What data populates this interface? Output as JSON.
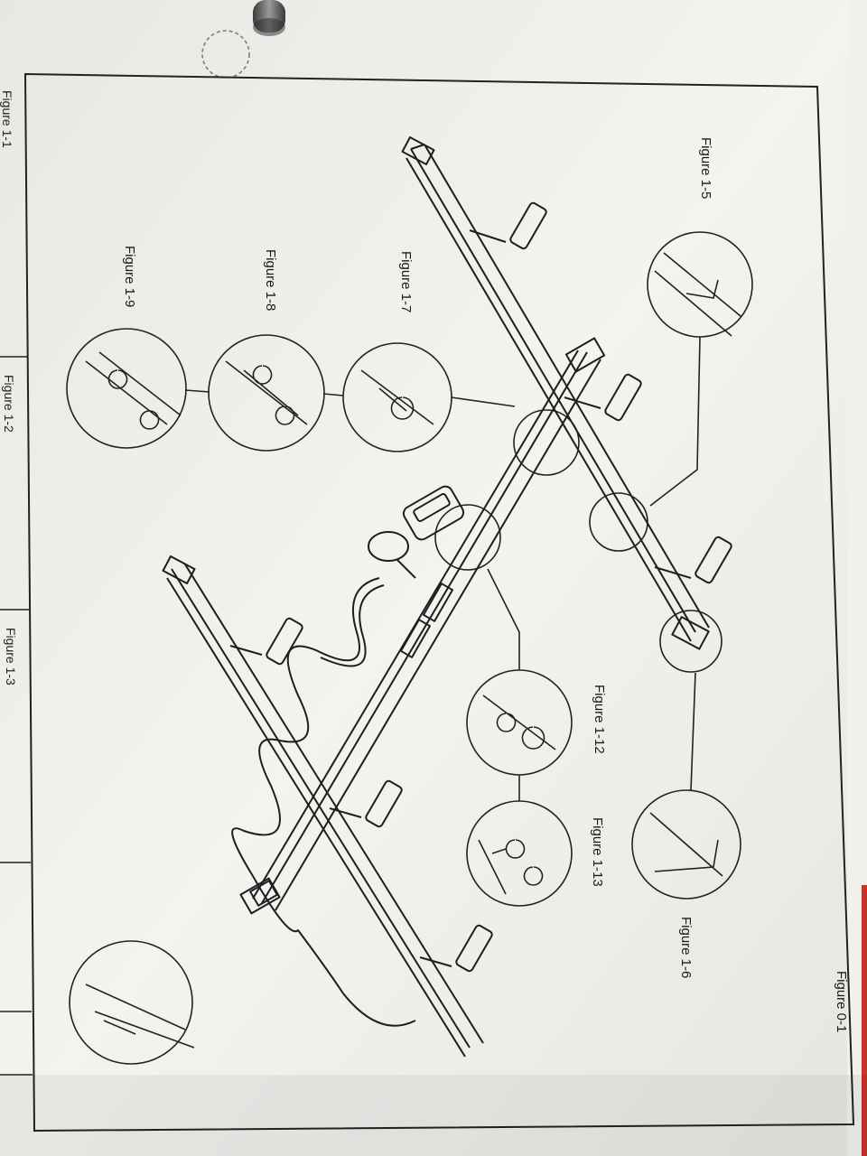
{
  "figures": {
    "f1_5": "Figure 1-5",
    "f1_6": "Figure 1-6",
    "f1_7": "Figure 1-7",
    "f1_8": "Figure 1-8",
    "f1_9": "Figure 1-9",
    "f1_12": "Figure 1-12",
    "f1_13": "Figure 1-13",
    "f0_1": "Figure 0-1"
  },
  "side_tabs": {
    "t1": "Figure 1-1",
    "t2": "Figure 1-2",
    "t3": "Figure 1-3"
  }
}
